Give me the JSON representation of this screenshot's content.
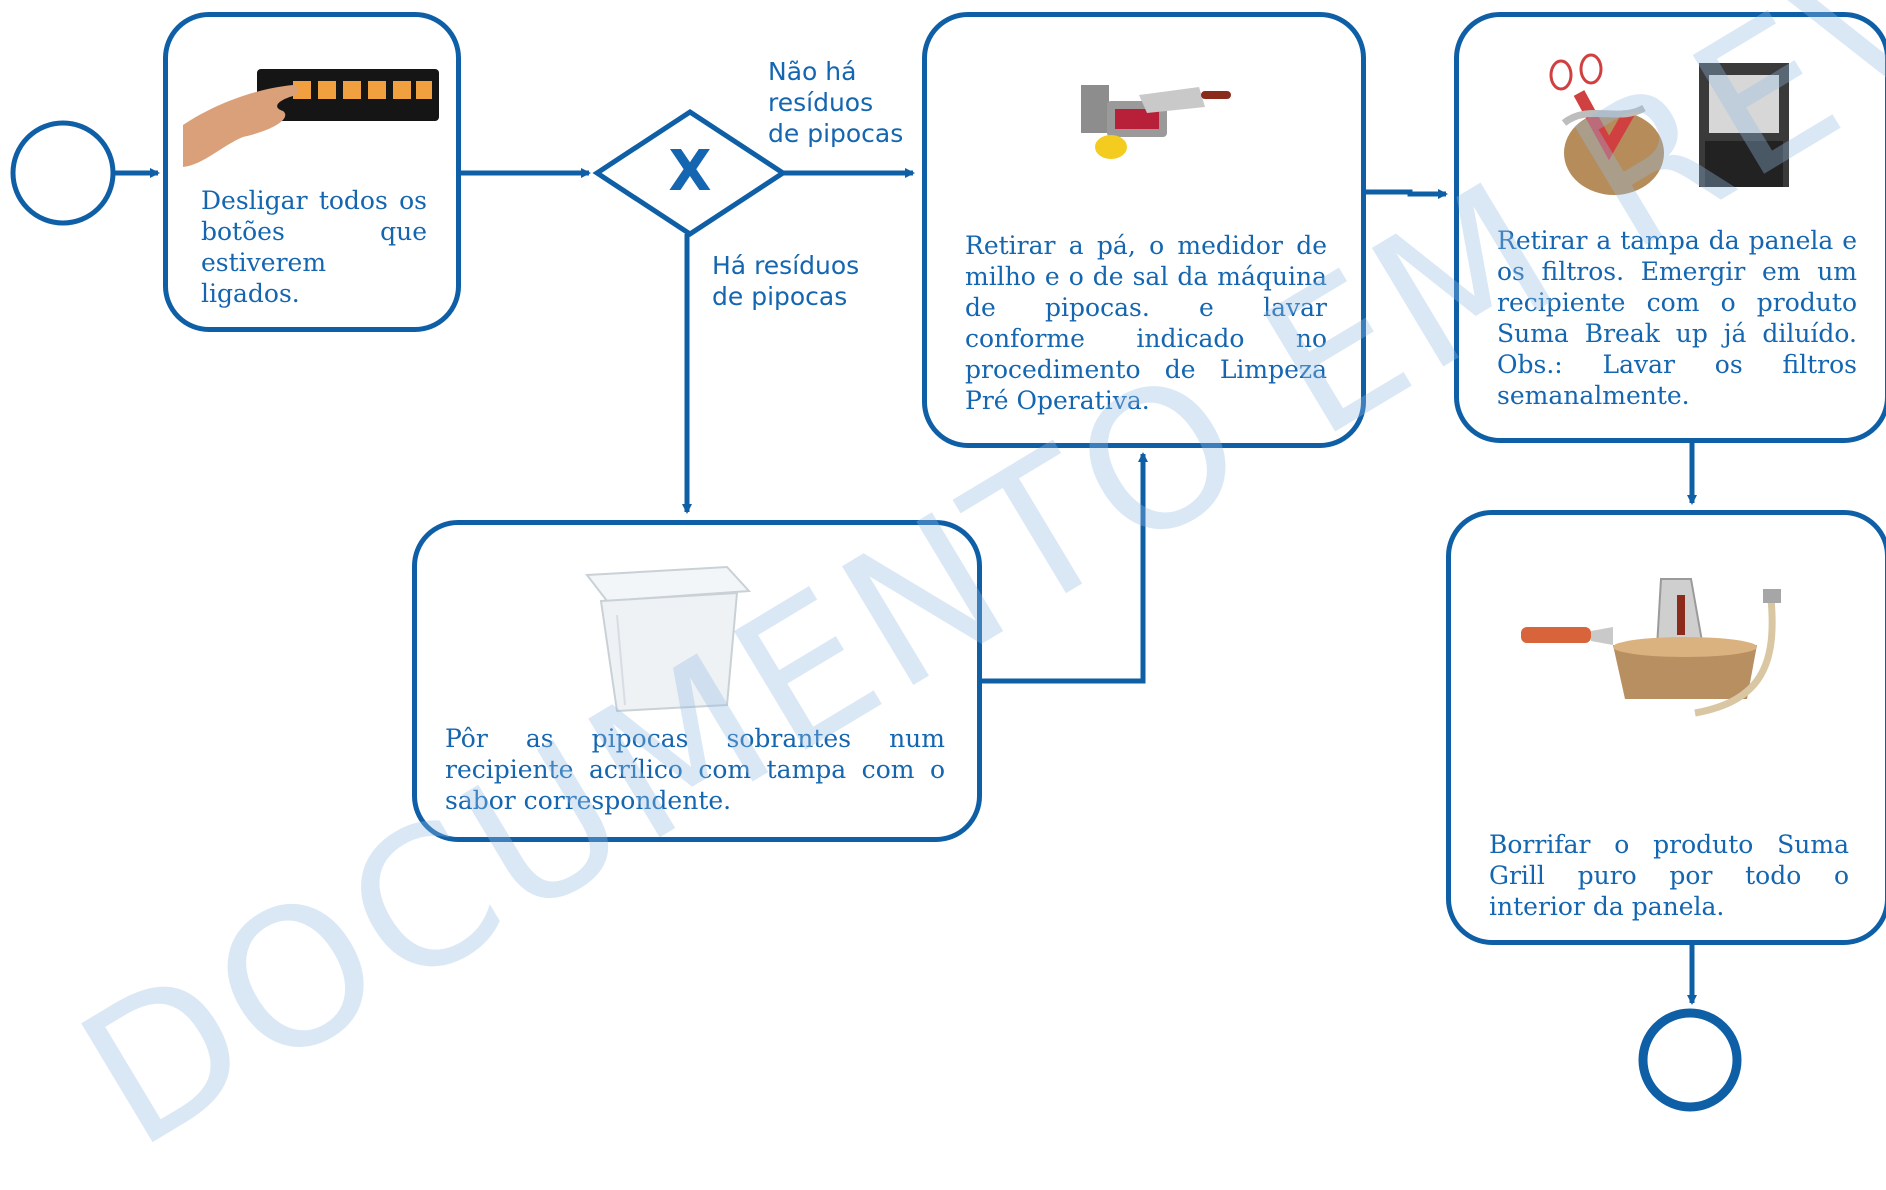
{
  "watermark": "DOCUMENTO EM REVISÃO",
  "colors": {
    "stroke": "#0f5fa6",
    "text": "#1466b0",
    "watermark": "#a6c8ec"
  },
  "gateway": {
    "symbol": "X"
  },
  "flows": {
    "no_residue": "Não há\nresíduos\nde pipocas",
    "has_residue": "Há  resíduos\nde pipocas"
  },
  "tasks": {
    "turn_off": {
      "text": "Desligar todos os botões que estiverem ligados.",
      "image": "control-panel-hand"
    },
    "store_popcorn": {
      "text": "Pôr as pipocas sobrantes num recipiente acrílico com tampa com o sabor correspondente.",
      "image": "acrylic-container"
    },
    "remove_parts": {
      "text": "Retirar a pá, o medidor de milho e o de sal da máquina de pipocas. e lavar conforme indicado no procedimento de Limpeza Pré Operativa.",
      "image": "machine-parts"
    },
    "remove_lid": {
      "text": "Retirar a tampa da panela e os filtros. Emergir em um recipiente com o produto Suma Break up já diluído. Obs.: Lavar os filtros semanalmente.",
      "image": "kettle-and-machine"
    },
    "spray": {
      "text": "Borrifar o produto Suma Grill puro por todo o interior da panela.",
      "image": "kettle-spray"
    }
  }
}
